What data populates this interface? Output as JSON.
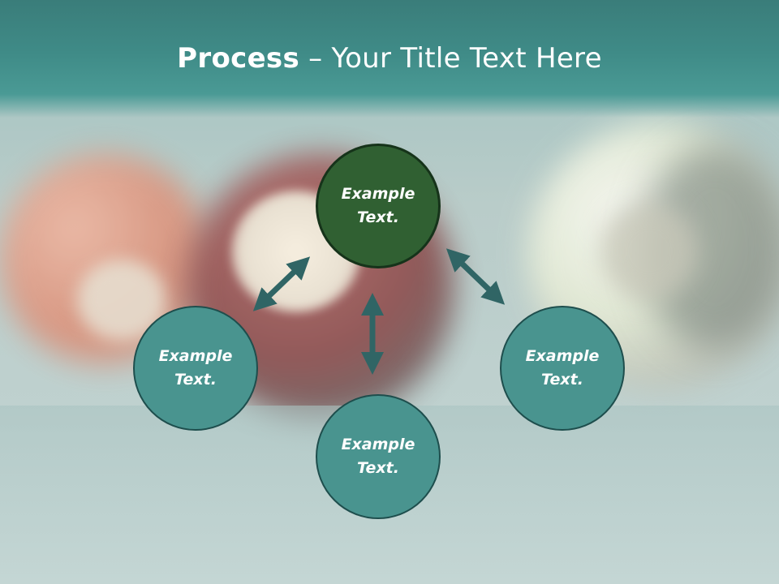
{
  "title": {
    "bold": "Process",
    "rest": " – Your Title Text Here"
  },
  "nodes": {
    "top": "Example Text.",
    "left": "Example Text.",
    "right": "Example Text.",
    "bottom": "Example Text."
  },
  "colors": {
    "header": "#3f8b87",
    "node_fill": "#49948f",
    "node_top_fill": "#306032",
    "arrow": "#306565",
    "title_text": "#ffffff"
  }
}
